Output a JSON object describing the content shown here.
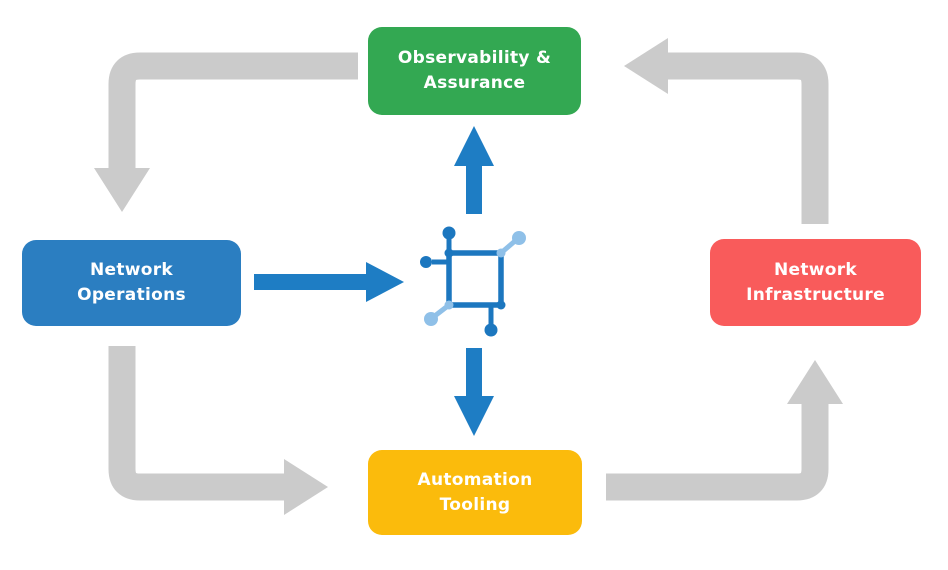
{
  "diagram": {
    "background": "#FFFFFF",
    "nodes": {
      "observability": {
        "label": "Observability &\nAssurance",
        "color": "#33A852"
      },
      "operations": {
        "label": "Network\nOperations",
        "color": "#2B7EC1"
      },
      "infrastructure": {
        "label": "Network\nInfrastructure",
        "color": "#F95B5B"
      },
      "automation": {
        "label": "Automation\nTooling",
        "color": "#FBBB0C"
      }
    },
    "center_icon": {
      "name": "network-topology-icon",
      "primary_color": "#1C77BF",
      "secondary_color": "#8FC0E8"
    },
    "arrow_colors": {
      "cycle": "#CBCBCB",
      "hub": "#1E7DC4"
    },
    "flows": [
      {
        "from": "Observability & Assurance",
        "to": "Network Operations",
        "style": "gray-cycle"
      },
      {
        "from": "Network Operations",
        "to": "Automation Tooling",
        "style": "gray-cycle"
      },
      {
        "from": "Automation Tooling",
        "to": "Network Infrastructure",
        "style": "gray-cycle"
      },
      {
        "from": "Network Infrastructure",
        "to": "Observability & Assurance",
        "style": "gray-cycle"
      },
      {
        "from": "Network Operations",
        "to": "center-icon",
        "style": "blue-hub"
      },
      {
        "from": "center-icon",
        "to": "Observability & Assurance",
        "style": "blue-hub"
      },
      {
        "from": "center-icon",
        "to": "Automation Tooling",
        "style": "blue-hub"
      }
    ]
  }
}
